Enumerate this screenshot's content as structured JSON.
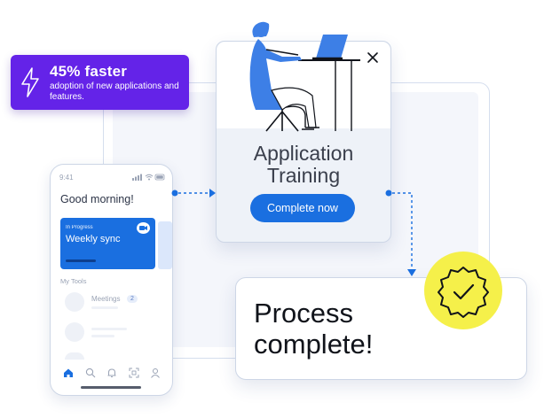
{
  "stat": {
    "headline": "45% faster",
    "subtext": "adoption of new applications and features.",
    "icon": "lightning-icon",
    "color": "#6423e8"
  },
  "phone": {
    "time": "9:41",
    "greeting": "Good morning!",
    "meeting": {
      "status": "In Progress",
      "title": "Weekly sync",
      "icon": "video-camera-icon"
    },
    "tools_label": "My Tools",
    "tools": [
      {
        "name": "Meetings",
        "count": "2"
      }
    ],
    "tabbar": [
      "home-icon",
      "search-icon",
      "bell-icon",
      "scan-icon",
      "user-icon"
    ]
  },
  "training": {
    "title": "Application Training",
    "button": "Complete now",
    "close_icon": "close-icon"
  },
  "process": {
    "title": "Process complete!",
    "icon": "checkmark-badge-icon"
  },
  "colors": {
    "accent": "#1a6fe0",
    "badge": "#f5f04a",
    "stat": "#6423e8"
  }
}
